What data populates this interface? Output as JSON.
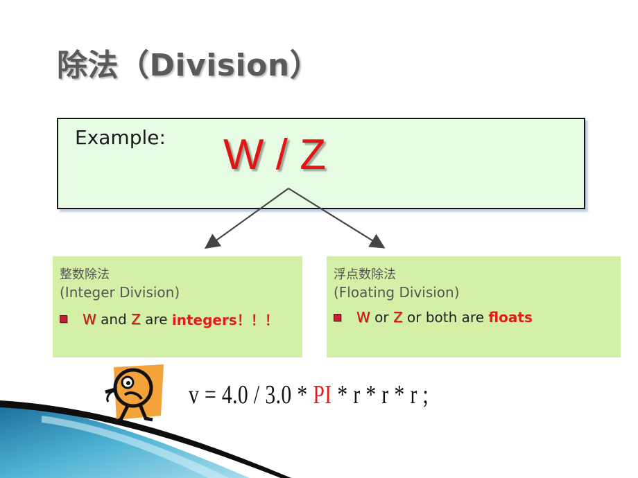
{
  "title": "除法（Division）",
  "example": {
    "label": "Example:",
    "expression": "W / Z"
  },
  "integer_panel": {
    "title_cn": "整数除法",
    "title_en": "(Integer Division)",
    "bullet": {
      "var1": "W",
      "and": " and ",
      "var2": "Z",
      "are": " are ",
      "emphasis": "integers！！！"
    }
  },
  "float_panel": {
    "title_cn": "浮点数除法",
    "title_en": "(Floating Division)",
    "bullet": {
      "var1": "W",
      "or1": " or ",
      "var2": "Z",
      "rest": " or both are ",
      "emphasis": "floats"
    }
  },
  "formula": {
    "prefix": "v = 4.0 / 3.0 * ",
    "pi": "PI",
    "suffix": " * r * r * r ;"
  },
  "colors": {
    "accent_red": "#e21414",
    "panel_green": "#d4f0a6",
    "box_green": "#e6fbe4",
    "title_gray": "#5a5a5a"
  },
  "icons": [
    "worried-face-icon",
    "bullet-square-icon"
  ]
}
